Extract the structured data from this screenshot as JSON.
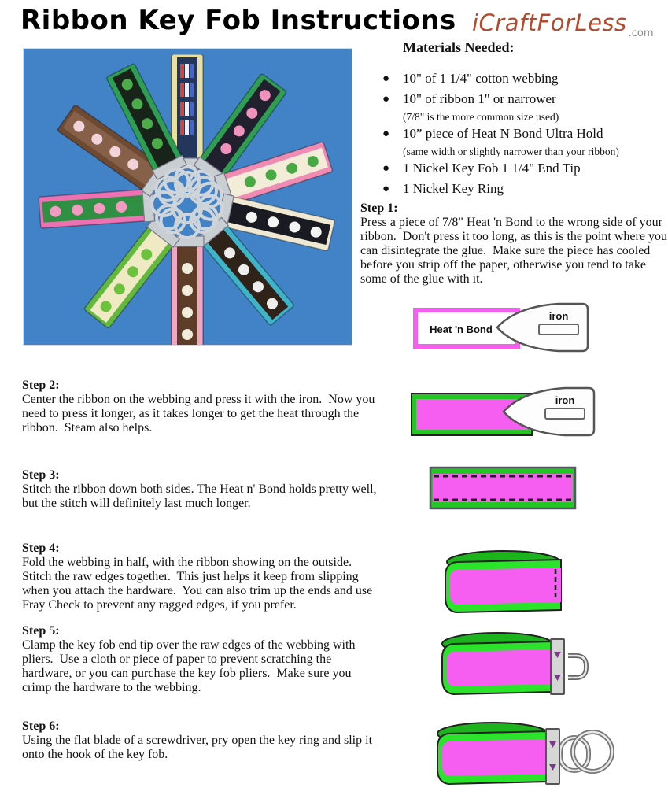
{
  "page": {
    "title": "Ribbon Key Fob Instructions",
    "logo": {
      "name": "iCraftForLess",
      "tld": ".com"
    }
  },
  "colors": {
    "ribbon_magenta": "#f55ef0",
    "webbing_green": "#22c722",
    "webbing_green_dark": "#1db31d",
    "photo_background_blue": "#4282c6",
    "logo_rust": "#b5492a",
    "metal_gray": "#d6d6d6"
  },
  "materials": {
    "heading": "Materials Needed:",
    "items": [
      {
        "text": "10\" of 1 1/4\" cotton webbing",
        "note": ""
      },
      {
        "text": "10\" of ribbon 1\" or narrower",
        "note": "(7/8\" is the more common size used)"
      },
      {
        "text": "10” piece of Heat N Bond Ultra Hold",
        "note": "(same width or slightly narrower than your ribbon)"
      },
      {
        "text": "1 Nickel Key Fob 1 1/4\" End Tip",
        "note": ""
      },
      {
        "text": "1 Nickel Key Ring",
        "note": ""
      }
    ]
  },
  "steps": [
    {
      "label": "Step 1:",
      "text": "Press a piece of 7/8\" Heat 'n Bond to the wrong side of your ribbon.  Don't press it too long, as this is the point where you can disintegrate the glue.  Make sure the piece has cooled before you strip off the paper, otherwise you tend to take some of the glue with it."
    },
    {
      "label": "Step 2:",
      "text": "Center the ribbon on the webbing and press it with the iron.  Now you need to press it longer, as it takes longer to get the heat through the ribbon.  Steam also helps."
    },
    {
      "label": "Step 3:",
      "text": "Stitch the ribbon down both sides. The Heat n' Bond holds pretty well, but the stitch will definitely last much longer."
    },
    {
      "label": "Step 4:",
      "text": "Fold the webbing in half, with the ribbon showing on the outside. Stitch the raw edges together.  This just helps it keep from slipping when you attach the hardware.  You can also trim up the ends and use Fray Check to prevent any ragged edges, if you prefer."
    },
    {
      "label": "Step 5:",
      "text": "Clamp the key fob end tip over the raw edges of the webbing with pliers.  Use a cloth or piece of paper to prevent scratching the hardware, or you can purchase the key fob pliers.  Make sure you crimp the hardware to the webbing."
    },
    {
      "label": "Step 6:",
      "text": "Using the flat blade of a screwdriver, pry open the key ring and slip it onto the hook of the key fob."
    }
  ],
  "illustrations": {
    "iron_label": "iron",
    "heat_n_bond_label": "Heat 'n Bond"
  },
  "photo": {
    "description": "Ten finished ribbon key fobs fanned in a circle on a blue background",
    "background": "#4282c6",
    "fobs": [
      {
        "angle": 0,
        "strap": "#e9dfa3",
        "ribbon": "#25365c",
        "motif": "#cc4444",
        "motif_shape": "books"
      },
      {
        "angle": 36,
        "strap": "#2f9e52",
        "ribbon": "#20202e",
        "motif": "#ef93bd",
        "motif_shape": "circle"
      },
      {
        "angle": 72,
        "strap": "#f08bb4",
        "ribbon": "#f3ecd9",
        "motif": "#49a844",
        "motif_shape": "circle"
      },
      {
        "angle": 103,
        "strap": "#efe8d2",
        "ribbon": "#1a1a22",
        "motif": "#f4f4f4",
        "motif_shape": "circle"
      },
      {
        "angle": 140,
        "strap": "#3fb3c8",
        "ribbon": "#2e2219",
        "motif": "#eeeeee",
        "motif_shape": "circle"
      },
      {
        "angle": 180,
        "strap": "#f2a6c3",
        "ribbon": "#5d3c28",
        "motif": "#f2ecdc",
        "motif_shape": "circle"
      },
      {
        "angle": 218,
        "strap": "#63b83e",
        "ribbon": "#efe9c4",
        "motif": "#6cc23c",
        "motif_shape": "circle"
      },
      {
        "angle": 266,
        "strap": "#ee71b4",
        "ribbon": "#2f9043",
        "motif": "#f29ac2",
        "motif_shape": "circle"
      },
      {
        "angle": 305,
        "strap": "#6e4a33",
        "ribbon": "#87604a",
        "motif": "#f2d3da",
        "motif_shape": "circle"
      },
      {
        "angle": 333,
        "strap": "#2e9e55",
        "ribbon": "#18231a",
        "motif": "#4cab4a",
        "motif_shape": "circle"
      }
    ]
  }
}
